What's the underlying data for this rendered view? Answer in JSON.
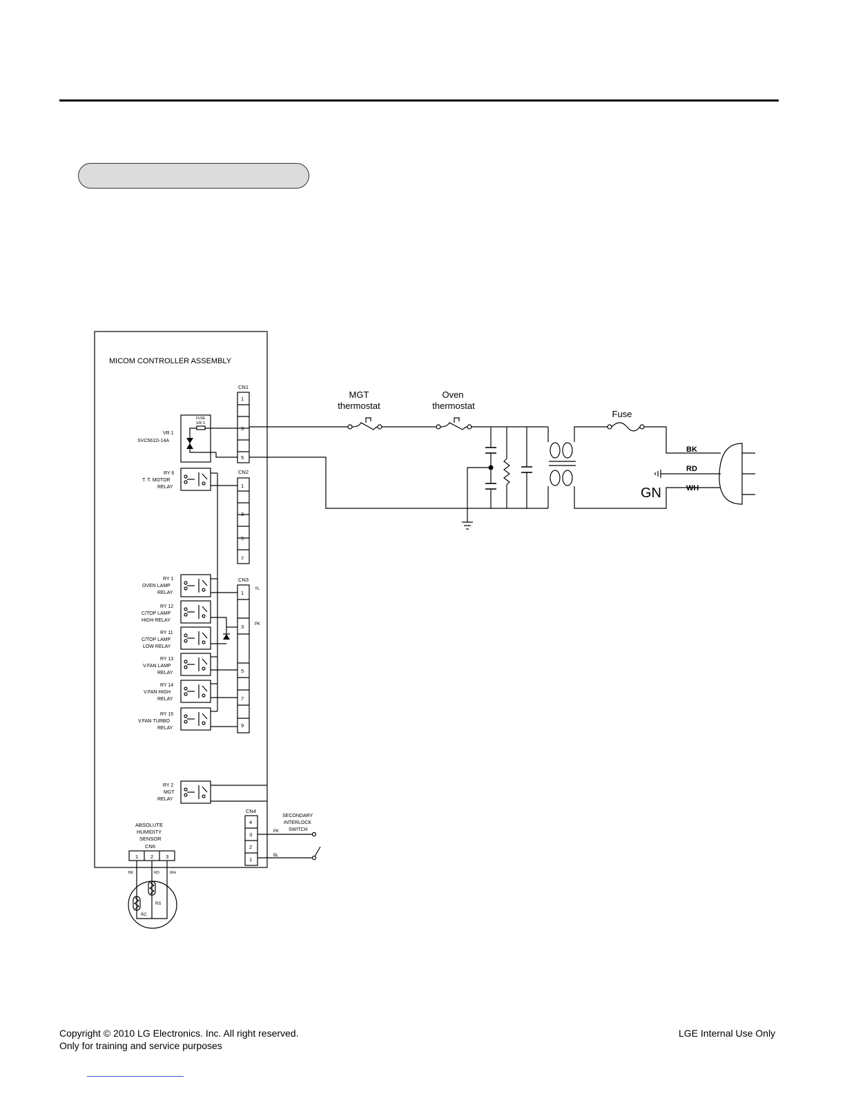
{
  "header": {
    "section_tab": ""
  },
  "diagram": {
    "controller_title": "MICOM CONTROLLER ASSEMBLY",
    "connectors": {
      "cn1": {
        "label": "CN1",
        "pins": [
          "1",
          "3",
          "5"
        ]
      },
      "cn2": {
        "label": "CN2",
        "pins": [
          "1",
          "3",
          "5",
          "7"
        ]
      },
      "cn3": {
        "label": "CN3",
        "pins": [
          "1",
          "3",
          "5",
          "7",
          "9"
        ]
      },
      "cn4": {
        "label": "CN4",
        "pins": [
          "4",
          "3",
          "2",
          "1"
        ]
      },
      "cn6": {
        "label": "CN6",
        "pins": [
          "1",
          "2",
          "3"
        ]
      }
    },
    "fuse_small": [
      "FUSE",
      "S/R S"
    ],
    "vr1": [
      "VR 1",
      "SVC561D-14A"
    ],
    "relays": [
      [
        "RY 6",
        "T. T. MOTOR",
        "RELAY"
      ],
      [
        "RY 1",
        "OVEN LAMP",
        "RELAY"
      ],
      [
        "RY 12",
        "C/TOP LAMP",
        "HIGH RELAY"
      ],
      [
        "RY 11",
        "C/TOP LAMP",
        "LOW RELAY"
      ],
      [
        "RY 13",
        "V.FAN LAMP",
        "RELAY"
      ],
      [
        "RY 14",
        "V.FAN HIGH",
        "RELAY"
      ],
      [
        "RY 15",
        "V.FAN TURBO",
        "RELAY"
      ],
      [
        "RY 2",
        "MGT",
        "RELAY"
      ]
    ],
    "wire_colors": {
      "yl": "YL",
      "pk_cn3": "PK",
      "pk_cn4": "PK",
      "bl": "BL",
      "bk": "BK",
      "rd": "RD",
      "wh": "WH"
    },
    "sensor": {
      "label": [
        "ABSOLUTE",
        "HUMIDITY",
        "SENSOR"
      ],
      "rc": "RC",
      "rs": "RS"
    },
    "switch_label": [
      "SECONDARY",
      "INTERLOCK",
      "SWITCH"
    ],
    "mgt_thermostat": [
      "MGT",
      "thermostat"
    ],
    "oven_thermostat": [
      "Oven",
      "thermostat"
    ],
    "fuse": "Fuse",
    "plug": {
      "bk": "BK",
      "rd": "RD",
      "wh": "WH",
      "gn": "GN"
    }
  },
  "footer": {
    "copyright": "Copyright © 2010 LG Electronics. Inc. All right reserved.",
    "purpose": "Only for training and service purposes",
    "internal": "LGE Internal Use Only"
  }
}
